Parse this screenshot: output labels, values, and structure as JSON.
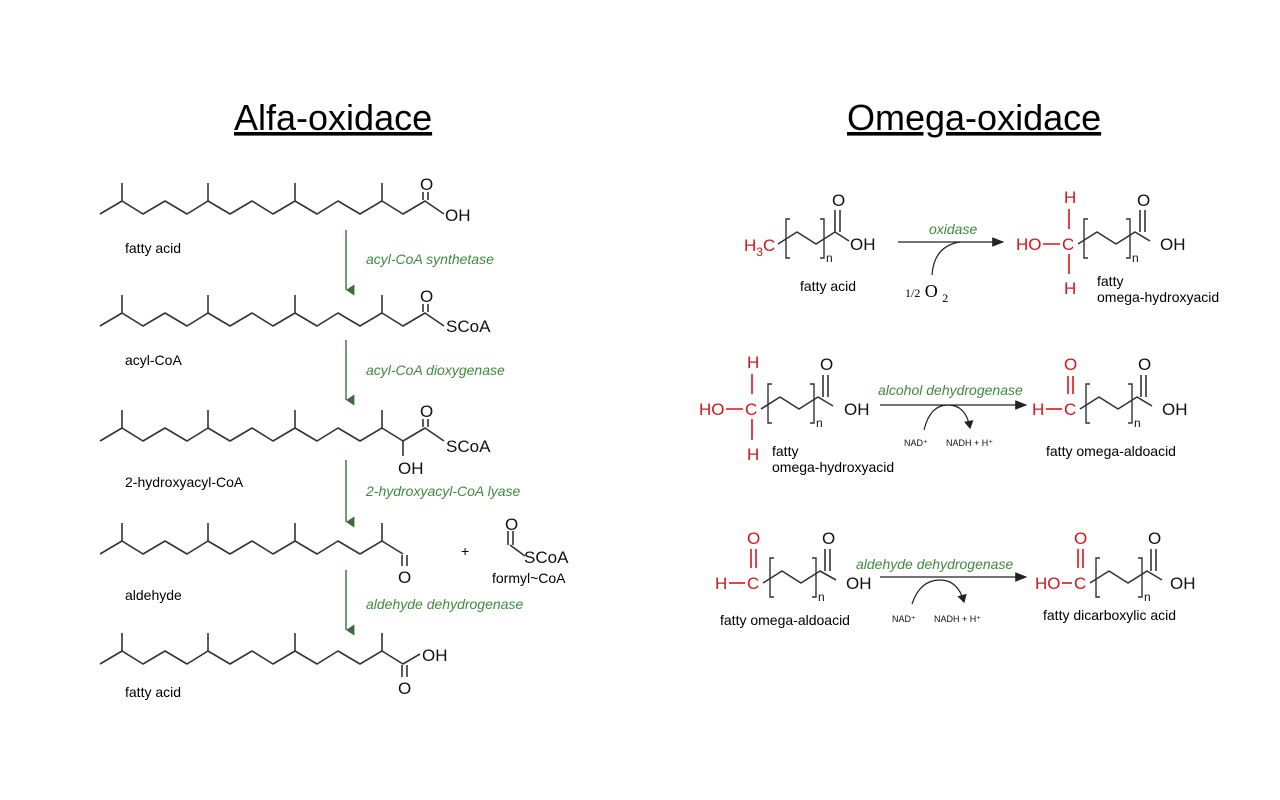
{
  "titles": {
    "left": "Alfa-oxidace",
    "right": "Omega-oxidace"
  },
  "alpha": {
    "compounds": [
      "fatty acid",
      "acyl-CoA",
      "2-hydroxyacyl-CoA",
      "aldehyde",
      "fatty acid"
    ],
    "enzymes": [
      "acyl-CoA synthetase",
      "acyl-CoA dioxygenase",
      "2-hydroxyacyl-CoA lyase",
      "aldehyde dehydrogenase"
    ],
    "byproduct": "formyl~CoA",
    "plus": "+"
  },
  "omega": {
    "enzymes": [
      "oxidase",
      "alcohol dehydrogenase",
      "aldehyde dehydrogenase"
    ],
    "reaction1": {
      "substrate": "fatty acid",
      "product_line1": "fatty",
      "product_line2": "omega-hydroxyacid",
      "cofactor_num": "1/2",
      "cofactor_sym": "O",
      "cofactor_sub": "2"
    },
    "reaction2": {
      "substrate_line1": "fatty",
      "substrate_line2": "omega-hydroxyacid",
      "product": "fatty omega-aldoacid",
      "cofactor_in": "NAD⁺",
      "cofactor_out": "NADH + H⁺"
    },
    "reaction3": {
      "substrate": "fatty omega-aldoacid",
      "product": "fatty dicarboxylic acid",
      "cofactor_in": "NAD⁺",
      "cofactor_out": "NADH + H⁺"
    }
  },
  "atoms": {
    "O": "O",
    "H": "H",
    "C": "C",
    "OH": "OH",
    "HO": "HO",
    "SCoA": "SCoA",
    "n": "n",
    "H3C_H": "H",
    "H3C_3": "3",
    "H3C_C": "C"
  },
  "colors": {
    "enzyme": "#3e8a3e",
    "highlight": "#d8141b",
    "text": "#000000"
  }
}
